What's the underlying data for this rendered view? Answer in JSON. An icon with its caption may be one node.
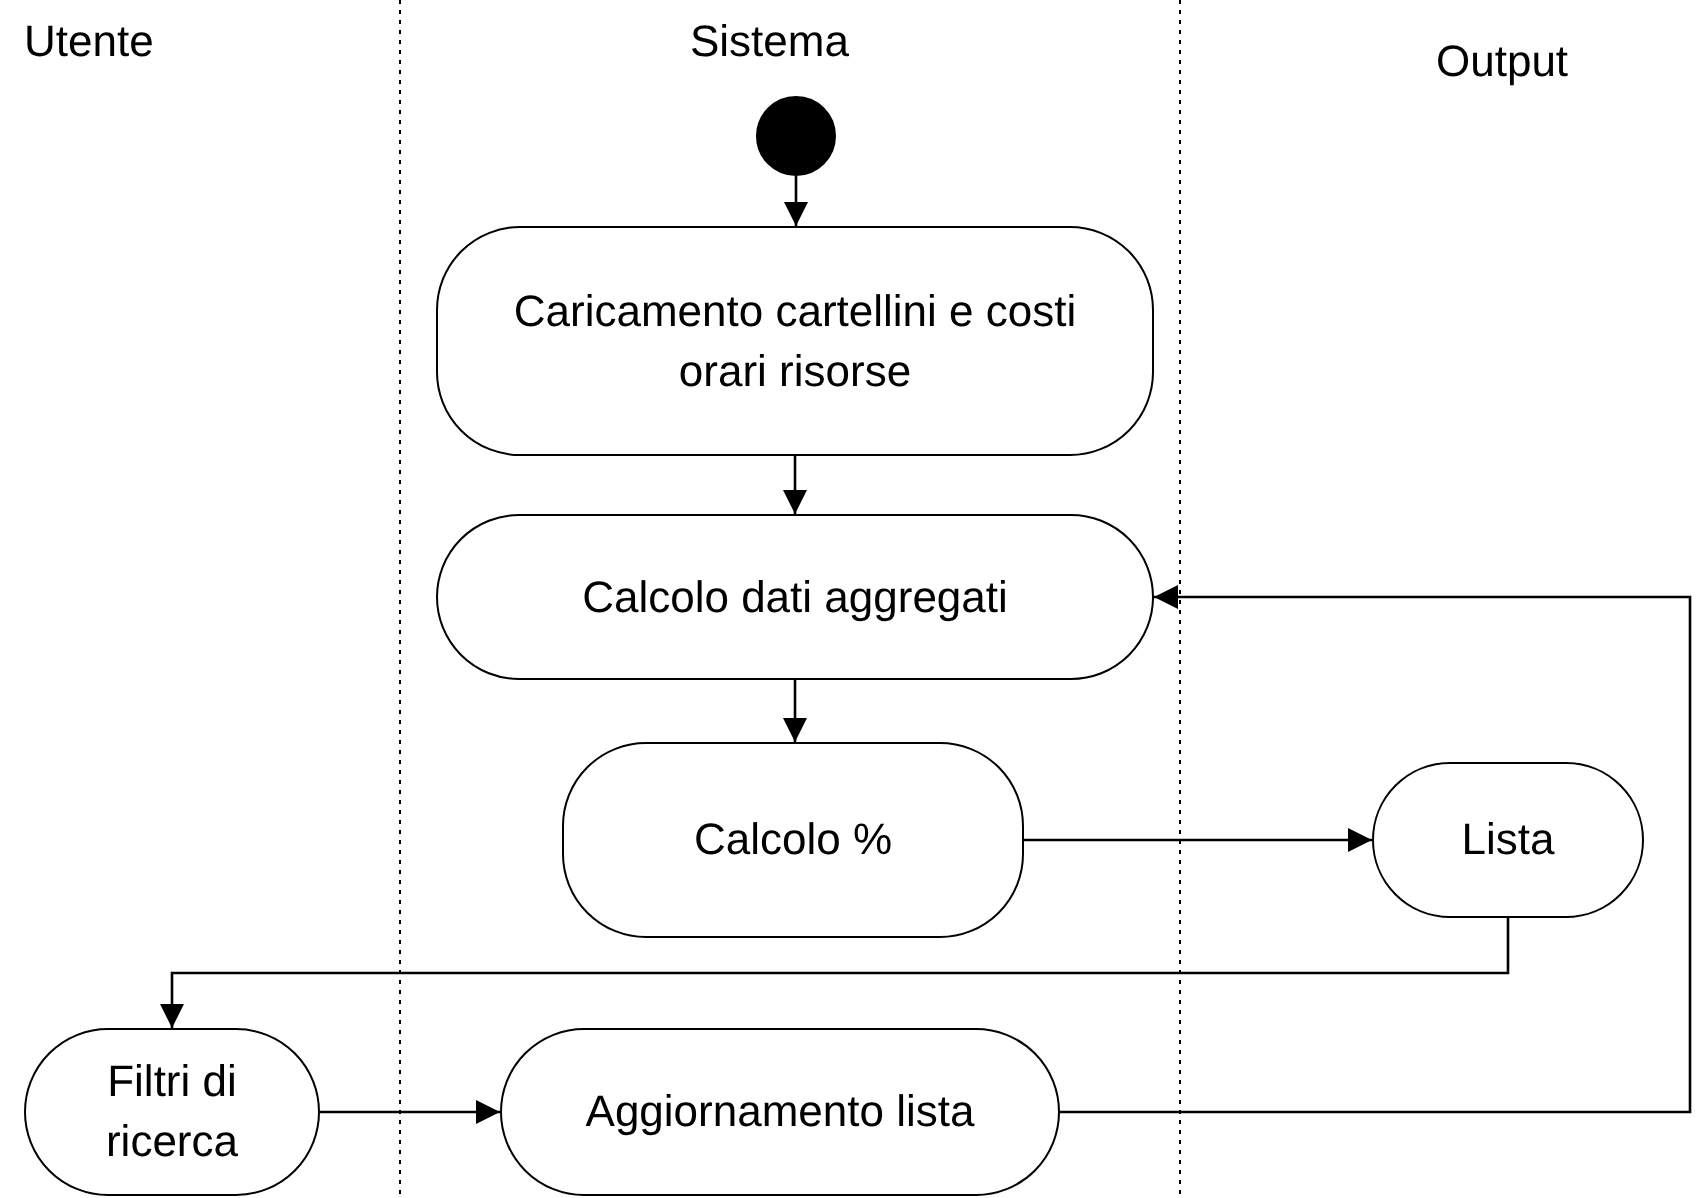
{
  "diagram": {
    "nodes": [
      {
        "text": [],
        "shape": "circle"
      },
      {
        "text": [
          "Caricamento cartellini e costi orari risorse"
        ]
      },
      {
        "text": [
          "Calcolo dati aggregati"
        ]
      },
      {
        "text": [
          "Calcolo %"
        ]
      },
      {
        "text": [
          "Lista"
        ]
      },
      {
        "text": [
          "Filtri di ricerca"
        ]
      },
      {
        "text": [
          "Aggiornamento lista"
        ]
      }
    ],
    "edges": [
      {
        "from": 0,
        "to": 1,
        "arrow": "to"
      },
      {
        "from": 1,
        "to": 2,
        "arrow": "to"
      },
      {
        "from": 2,
        "to": 3,
        "arrow": "to"
      },
      {
        "from": 3,
        "to": 4,
        "arrow": "to"
      },
      {
        "from": 4,
        "to": 5,
        "arrow": "to"
      },
      {
        "from": 5,
        "to": 6,
        "arrow": "to"
      },
      {
        "from": 6,
        "to": 2,
        "arrow": "to"
      }
    ],
    "labels": [
      "Utente",
      "Sistema",
      "Output"
    ]
  }
}
